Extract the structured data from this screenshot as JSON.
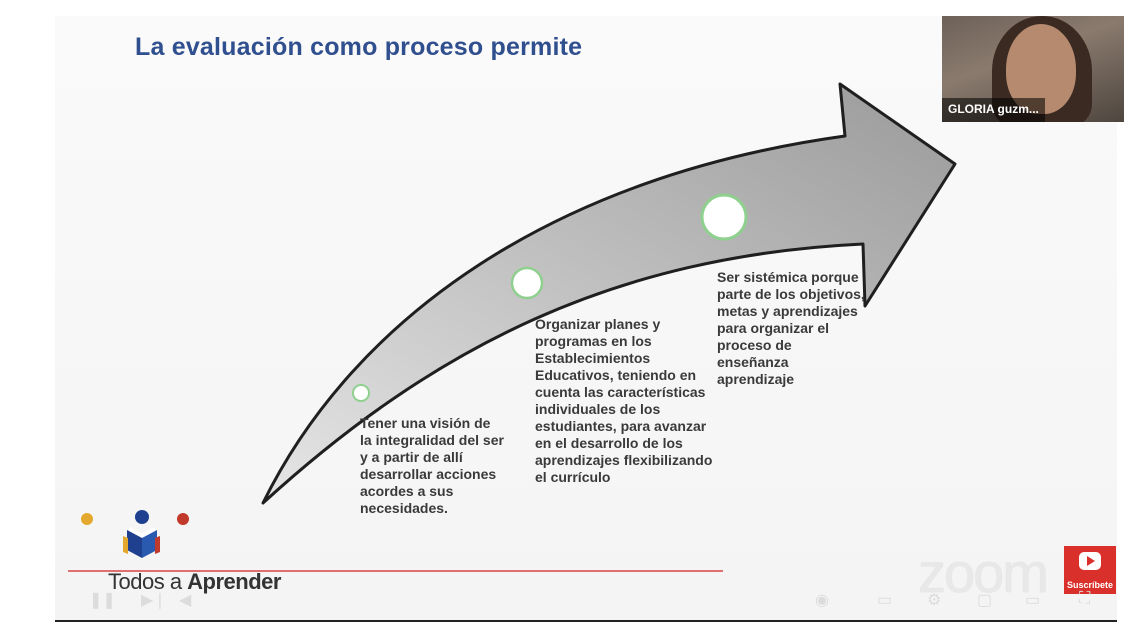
{
  "slide": {
    "title": "La evaluación como proceso permite",
    "items": [
      {
        "text": "Tener una visión de la integralidad del ser y a partir de allí desarrollar acciones acordes a sus necesidades."
      },
      {
        "text": "Organizar planes y programas en los Establecimientos Educativos, teniendo en cuenta las características individuales de los estudiantes, para avanzar en el desarrollo de los aprendizajes flexibilizando el currículo"
      },
      {
        "text": "Ser sistémica porque parte de los objetivos, metas y aprendizajes para organizar el proceso de enseñanza aprendizaje"
      }
    ],
    "logo": {
      "prefix": "Todos a ",
      "bold": "Aprender"
    }
  },
  "webcam": {
    "participant_name": "GLORIA guzm..."
  },
  "watermark": {
    "text": "zoom"
  },
  "youtube_badge": {
    "label": "Suscríbete"
  },
  "colors": {
    "title": "#2f4f8f",
    "arrow": "#a9a9a9",
    "arrow_stroke": "#1f1f1f",
    "milestone_ring": "#8fd08f",
    "badge": "#d9302b"
  }
}
